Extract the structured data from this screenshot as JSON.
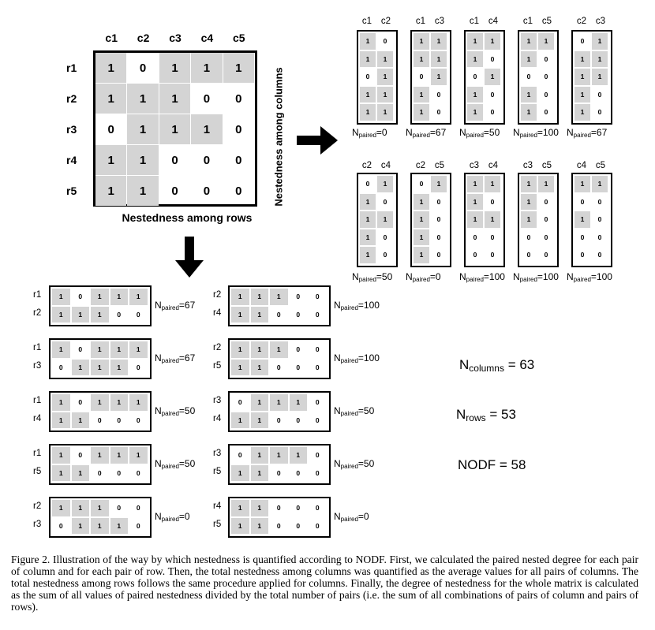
{
  "matrix": {
    "columns": [
      "c1",
      "c2",
      "c3",
      "c4",
      "c5"
    ],
    "rows": [
      "r1",
      "r2",
      "r3",
      "r4",
      "r5"
    ],
    "values": [
      [
        "1",
        "0",
        "1",
        "1",
        "1"
      ],
      [
        "1",
        "1",
        "1",
        "0",
        "0"
      ],
      [
        "0",
        "1",
        "1",
        "1",
        "0"
      ],
      [
        "1",
        "1",
        "0",
        "0",
        "0"
      ],
      [
        "1",
        "1",
        "0",
        "0",
        "0"
      ]
    ],
    "rows_label": "Nestedness among rows",
    "columns_label": "Nestedness among columns"
  },
  "column_pairs": [
    {
      "labels": [
        "c1",
        "c2"
      ],
      "values": [
        [
          "1",
          "0"
        ],
        [
          "1",
          "1"
        ],
        [
          "0",
          "1"
        ],
        [
          "1",
          "1"
        ],
        [
          "1",
          "1"
        ]
      ],
      "npaired_prefix": "N",
      "npaired_sub": "paired",
      "npaired_value": "=0"
    },
    {
      "labels": [
        "c1",
        "c3"
      ],
      "values": [
        [
          "1",
          "1"
        ],
        [
          "1",
          "1"
        ],
        [
          "0",
          "1"
        ],
        [
          "1",
          "0"
        ],
        [
          "1",
          "0"
        ]
      ],
      "npaired_prefix": "N",
      "npaired_sub": "paired",
      "npaired_value": "=67"
    },
    {
      "labels": [
        "c1",
        "c4"
      ],
      "values": [
        [
          "1",
          "1"
        ],
        [
          "1",
          "0"
        ],
        [
          "0",
          "1"
        ],
        [
          "1",
          "0"
        ],
        [
          "1",
          "0"
        ]
      ],
      "npaired_prefix": "N",
      "npaired_sub": "paired",
      "npaired_value": "=50"
    },
    {
      "labels": [
        "c1",
        "c5"
      ],
      "values": [
        [
          "1",
          "1"
        ],
        [
          "1",
          "0"
        ],
        [
          "0",
          "0"
        ],
        [
          "1",
          "0"
        ],
        [
          "1",
          "0"
        ]
      ],
      "npaired_prefix": "N",
      "npaired_sub": "paired",
      "npaired_value": "=100"
    },
    {
      "labels": [
        "c2",
        "c3"
      ],
      "values": [
        [
          "0",
          "1"
        ],
        [
          "1",
          "1"
        ],
        [
          "1",
          "1"
        ],
        [
          "1",
          "0"
        ],
        [
          "1",
          "0"
        ]
      ],
      "npaired_prefix": "N",
      "npaired_sub": "paired",
      "npaired_value": "=67"
    },
    {
      "labels": [
        "c2",
        "c4"
      ],
      "values": [
        [
          "0",
          "1"
        ],
        [
          "1",
          "0"
        ],
        [
          "1",
          "1"
        ],
        [
          "1",
          "0"
        ],
        [
          "1",
          "0"
        ]
      ],
      "npaired_prefix": "N",
      "npaired_sub": "paired",
      "npaired_value": "=50"
    },
    {
      "labels": [
        "c2",
        "c5"
      ],
      "values": [
        [
          "0",
          "1"
        ],
        [
          "1",
          "0"
        ],
        [
          "1",
          "0"
        ],
        [
          "1",
          "0"
        ],
        [
          "1",
          "0"
        ]
      ],
      "npaired_prefix": "N",
      "npaired_sub": "paired",
      "npaired_value": "=0"
    },
    {
      "labels": [
        "c3",
        "c4"
      ],
      "values": [
        [
          "1",
          "1"
        ],
        [
          "1",
          "0"
        ],
        [
          "1",
          "1"
        ],
        [
          "0",
          "0"
        ],
        [
          "0",
          "0"
        ]
      ],
      "npaired_prefix": "N",
      "npaired_sub": "paired",
      "npaired_value": "=100"
    },
    {
      "labels": [
        "c3",
        "c5"
      ],
      "values": [
        [
          "1",
          "1"
        ],
        [
          "1",
          "0"
        ],
        [
          "1",
          "0"
        ],
        [
          "0",
          "0"
        ],
        [
          "0",
          "0"
        ]
      ],
      "npaired_prefix": "N",
      "npaired_sub": "paired",
      "npaired_value": "=100"
    },
    {
      "labels": [
        "c4",
        "c5"
      ],
      "values": [
        [
          "1",
          "1"
        ],
        [
          "0",
          "0"
        ],
        [
          "1",
          "0"
        ],
        [
          "0",
          "0"
        ],
        [
          "0",
          "0"
        ]
      ],
      "npaired_prefix": "N",
      "npaired_sub": "paired",
      "npaired_value": "=100"
    }
  ],
  "row_pairs": [
    {
      "labels": [
        "r1",
        "r2"
      ],
      "values": [
        [
          "1",
          "0",
          "1",
          "1",
          "1"
        ],
        [
          "1",
          "1",
          "1",
          "0",
          "0"
        ]
      ],
      "npaired_prefix": "N",
      "npaired_sub": "paired",
      "npaired_value": "=67"
    },
    {
      "labels": [
        "r1",
        "r3"
      ],
      "values": [
        [
          "1",
          "0",
          "1",
          "1",
          "1"
        ],
        [
          "0",
          "1",
          "1",
          "1",
          "0"
        ]
      ],
      "npaired_prefix": "N",
      "npaired_sub": "paired",
      "npaired_value": "=67"
    },
    {
      "labels": [
        "r1",
        "r4"
      ],
      "values": [
        [
          "1",
          "0",
          "1",
          "1",
          "1"
        ],
        [
          "1",
          "1",
          "0",
          "0",
          "0"
        ]
      ],
      "npaired_prefix": "N",
      "npaired_sub": "paired",
      "npaired_value": "=50"
    },
    {
      "labels": [
        "r1",
        "r5"
      ],
      "values": [
        [
          "1",
          "0",
          "1",
          "1",
          "1"
        ],
        [
          "1",
          "1",
          "0",
          "0",
          "0"
        ]
      ],
      "npaired_prefix": "N",
      "npaired_sub": "paired",
      "npaired_value": "=50"
    },
    {
      "labels": [
        "r2",
        "r3"
      ],
      "values": [
        [
          "1",
          "1",
          "1",
          "0",
          "0"
        ],
        [
          "0",
          "1",
          "1",
          "1",
          "0"
        ]
      ],
      "npaired_prefix": "N",
      "npaired_sub": "paired",
      "npaired_value": "=0"
    },
    {
      "labels": [
        "r2",
        "r4"
      ],
      "values": [
        [
          "1",
          "1",
          "1",
          "0",
          "0"
        ],
        [
          "1",
          "1",
          "0",
          "0",
          "0"
        ]
      ],
      "npaired_prefix": "N",
      "npaired_sub": "paired",
      "npaired_value": "=100"
    },
    {
      "labels": [
        "r2",
        "r5"
      ],
      "values": [
        [
          "1",
          "1",
          "1",
          "0",
          "0"
        ],
        [
          "1",
          "1",
          "0",
          "0",
          "0"
        ]
      ],
      "npaired_prefix": "N",
      "npaired_sub": "paired",
      "npaired_value": "=100"
    },
    {
      "labels": [
        "r3",
        "r4"
      ],
      "values": [
        [
          "0",
          "1",
          "1",
          "1",
          "0"
        ],
        [
          "1",
          "1",
          "0",
          "0",
          "0"
        ]
      ],
      "npaired_prefix": "N",
      "npaired_sub": "paired",
      "npaired_value": "=50"
    },
    {
      "labels": [
        "r3",
        "r5"
      ],
      "values": [
        [
          "0",
          "1",
          "1",
          "1",
          "0"
        ],
        [
          "1",
          "1",
          "0",
          "0",
          "0"
        ]
      ],
      "npaired_prefix": "N",
      "npaired_sub": "paired",
      "npaired_value": "=50"
    },
    {
      "labels": [
        "r4",
        "r5"
      ],
      "values": [
        [
          "1",
          "1",
          "0",
          "0",
          "0"
        ],
        [
          "1",
          "1",
          "0",
          "0",
          "0"
        ]
      ],
      "npaired_prefix": "N",
      "npaired_sub": "paired",
      "npaired_value": "=0"
    }
  ],
  "summary": {
    "ncolumns": {
      "prefix": "N",
      "sub": "columns",
      "value": " = 63"
    },
    "nrows": {
      "prefix": "N",
      "sub": "rows",
      "value": " = 53"
    },
    "nodf": {
      "text": "NODF = 58"
    }
  },
  "caption": "Figure 2.  Illustration of the way by which nestedness is quantified according to NODF. First, we calculated the paired nested degree for each pair of column and for each pair of row. Then, the total nestedness among columns was quantified as the average values for all pairs of columns. The total nestedness among rows follows the same procedure applied for columns. Finally, the degree of nestedness for the whole matrix is calculated as the sum of all values of paired nestedness divided by the total number of pairs (i.e. the sum of all combinations of pairs of column and pairs of rows).",
  "colors": {
    "filled_cell": "#d4d4d4",
    "border": "#000000"
  }
}
